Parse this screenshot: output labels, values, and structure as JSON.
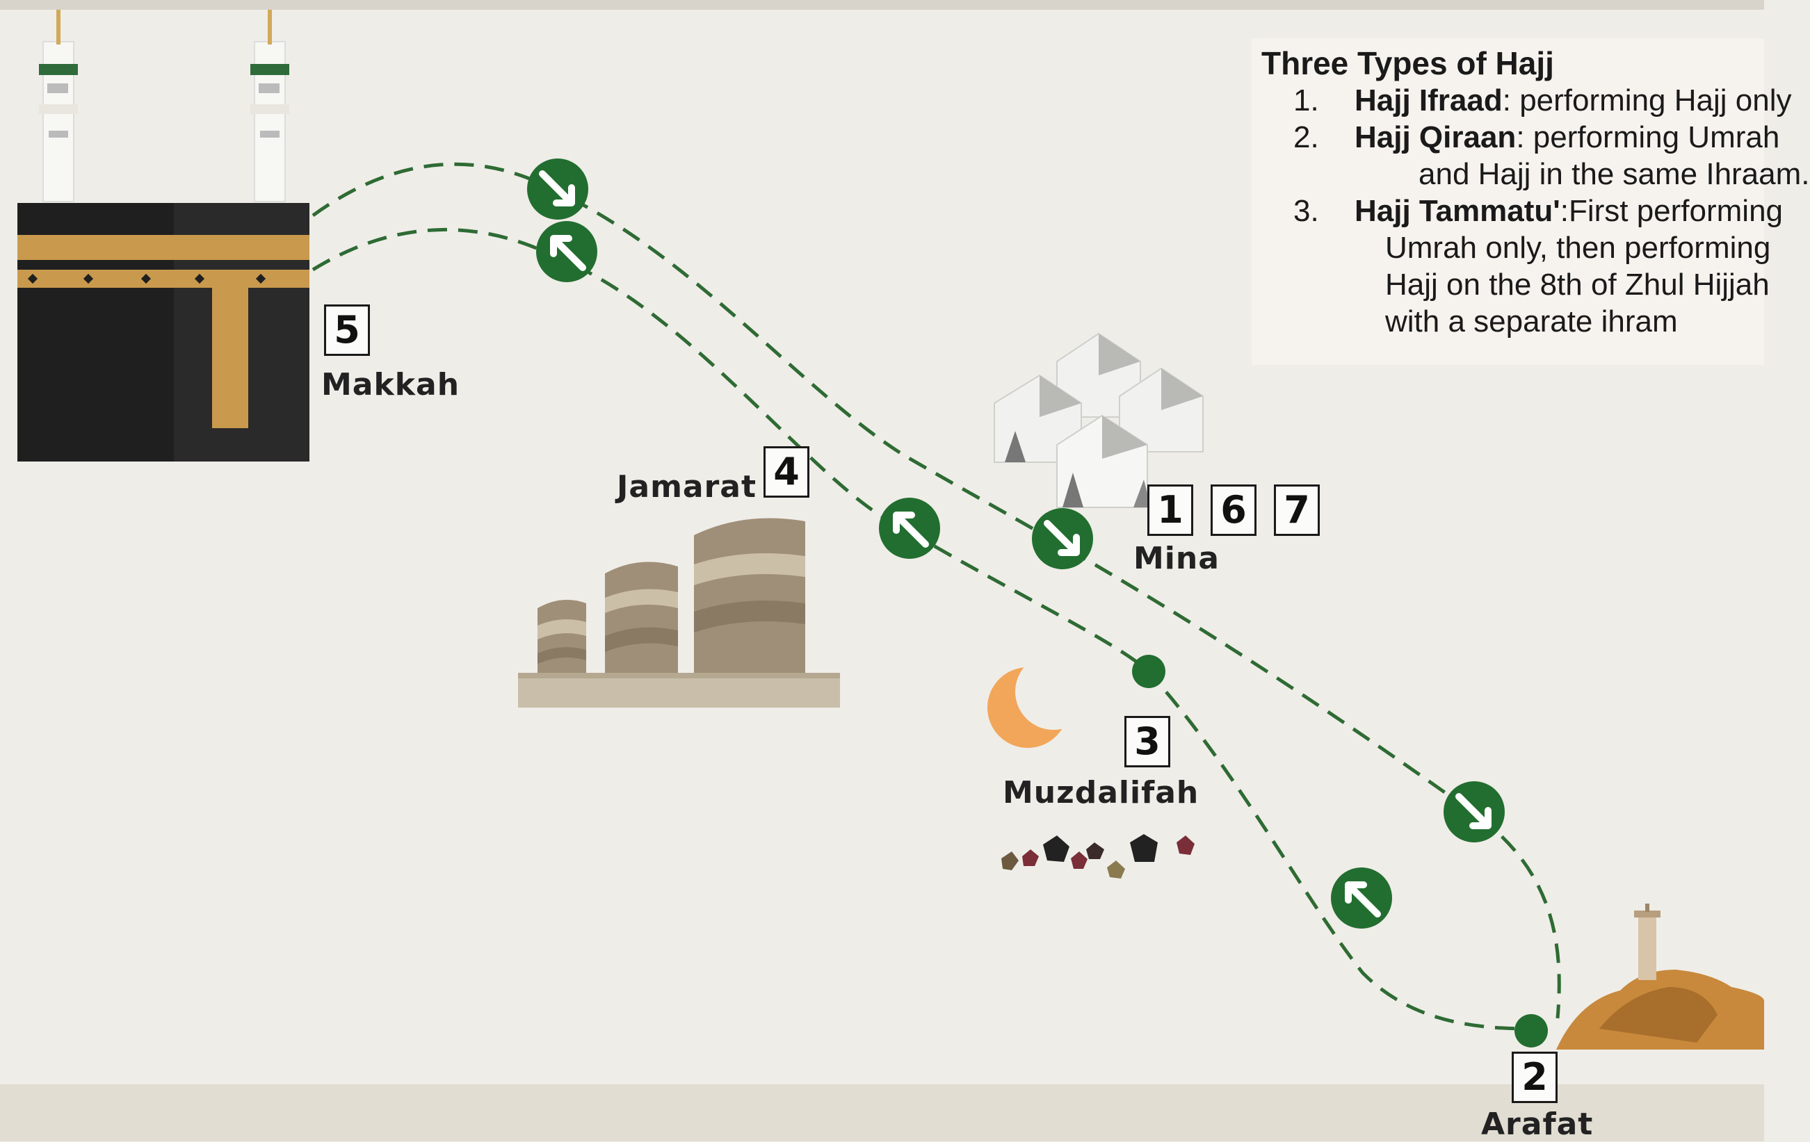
{
  "places": {
    "makkah": {
      "label": "Makkah",
      "number": "5"
    },
    "jamarat": {
      "label": "Jamarat",
      "number": "4"
    },
    "mina": {
      "label": "Mina",
      "numbers": [
        "1",
        "6",
        "7"
      ]
    },
    "muzdalifah": {
      "label": "Muzdalifah",
      "number": "3"
    },
    "arafat": {
      "label": "Arafat",
      "number": "2"
    }
  },
  "info": {
    "title": "Three Types of Hajj",
    "items": [
      {
        "num": "1.",
        "name": "Hajj Ifraad",
        "line1": ": performing Hajj only",
        "rest": []
      },
      {
        "num": "2.",
        "name": "Hajj Qiraan",
        "line1": ": performing Umrah",
        "rest": [
          "and Hajj in the same Ihraam."
        ]
      },
      {
        "num": "3.",
        "name": "Hajj Tammatu'",
        "line1": ":First performing",
        "rest": [
          "Umrah only, then performing",
          "Hajj on the 8th of Zhul Hijjah",
          "with a separate ihram"
        ]
      }
    ]
  },
  "colors": {
    "route": "#2e6b34",
    "marker": "#226e30",
    "kaaba": "#1f1f1f",
    "gold": "#c99a4d",
    "background": "#efede8"
  },
  "icons": [
    "kaaba-icon",
    "minaret-icon",
    "jamarat-pillars-icon",
    "tents-icon",
    "crescent-icon",
    "pebbles-icon",
    "mount-arafat-icon",
    "arrow-marker-icon"
  ]
}
